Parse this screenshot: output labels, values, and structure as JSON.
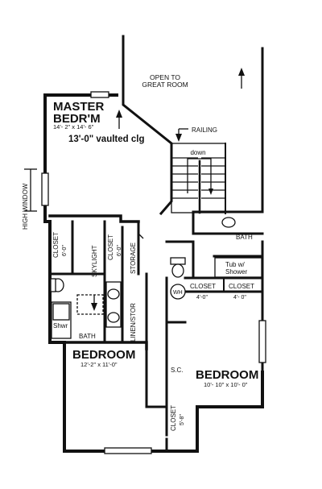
{
  "rooms": {
    "master": {
      "name_line1": "MASTER",
      "name_line2": "BEDR'M",
      "size": "14'- 2\" x 14'- 6\"",
      "ceiling": "13'-0\" vaulted clg"
    },
    "bedroom_left": {
      "name": "BEDROOM",
      "size": "12'-2\" x 11'-0\""
    },
    "bedroom_right": {
      "name": "BEDROOM",
      "size": "10'- 10\" x 10'- 0\""
    }
  },
  "labels": {
    "open_line1": "OPEN TO",
    "open_line2": "GREAT ROOM",
    "railing": "RAILING",
    "stair_down": "down",
    "high_window": "HIGH WINDOW",
    "bath_top": "BATH",
    "tub": "Tub w/",
    "tub2": "Shower",
    "wh": "WH",
    "closet_a": "CLOSET",
    "closet_a_size": "4'-0\"",
    "closet_b": "CLOSET",
    "closet_b_size": "4'- 0\"",
    "closet_left1": "CLOSET",
    "closet_left1_size": "6'-0\"",
    "closet_left2": "CLOSET",
    "closet_left2_size": "6'-0\"",
    "skylight": "SKYLIGHT",
    "storage": "STORAGE",
    "linen": "LINEN/STOR",
    "shower": "Shwr",
    "bath_left": "BATH",
    "sc": "S.C.",
    "closet_bottom": "CLOSET",
    "closet_bottom_size": "5'-8\""
  }
}
